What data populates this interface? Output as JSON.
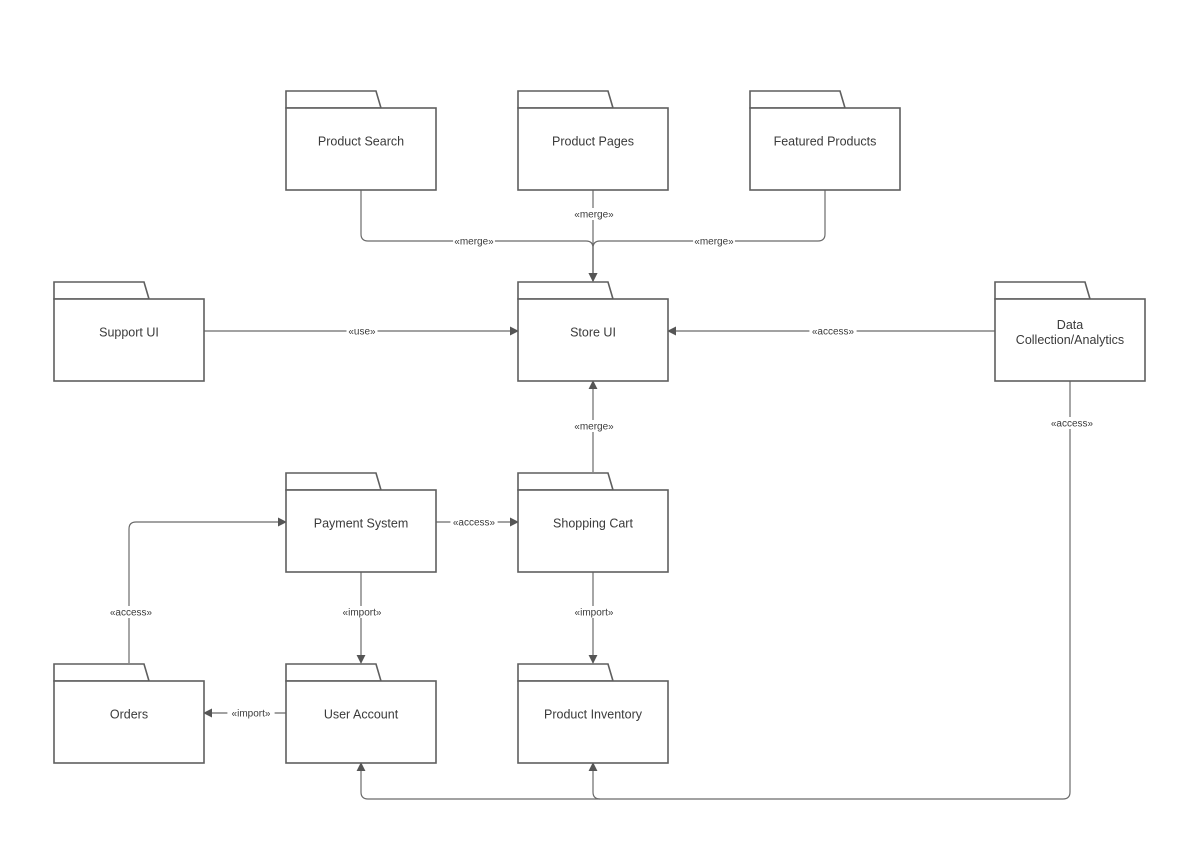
{
  "packages": [
    {
      "id": "product-search",
      "label": [
        "Product Search"
      ]
    },
    {
      "id": "product-pages",
      "label": [
        "Product Pages"
      ]
    },
    {
      "id": "featured-products",
      "label": [
        "Featured Products"
      ]
    },
    {
      "id": "support-ui",
      "label": [
        "Support UI"
      ]
    },
    {
      "id": "store-ui",
      "label": [
        "Store UI"
      ]
    },
    {
      "id": "data-collection",
      "label": [
        "Data",
        "Collection/Analytics"
      ]
    },
    {
      "id": "payment-system",
      "label": [
        "Payment System"
      ]
    },
    {
      "id": "shopping-cart",
      "label": [
        "Shopping Cart"
      ]
    },
    {
      "id": "orders",
      "label": [
        "Orders"
      ]
    },
    {
      "id": "user-account",
      "label": [
        "User Account"
      ]
    },
    {
      "id": "product-inventory",
      "label": [
        "Product Inventory"
      ]
    }
  ],
  "connectors": [
    {
      "id": "search-to-store",
      "from": "product-search",
      "to": "store-ui",
      "label": "«merge»"
    },
    {
      "id": "pages-to-store",
      "from": "product-pages",
      "to": "store-ui",
      "label": "«merge»"
    },
    {
      "id": "featured-to-store",
      "from": "featured-products",
      "to": "store-ui",
      "label": "«merge»"
    },
    {
      "id": "support-to-store",
      "from": "support-ui",
      "to": "store-ui",
      "label": "«use»"
    },
    {
      "id": "analytics-to-store",
      "from": "data-collection",
      "to": "store-ui",
      "label": "«access»"
    },
    {
      "id": "cart-to-store",
      "from": "shopping-cart",
      "to": "store-ui",
      "label": "«merge»"
    },
    {
      "id": "payment-to-cart",
      "from": "payment-system",
      "to": "shopping-cart",
      "label": "«access»"
    },
    {
      "id": "orders-to-payment",
      "from": "orders",
      "to": "payment-system",
      "label": "«access»"
    },
    {
      "id": "payment-to-account",
      "from": "payment-system",
      "to": "user-account",
      "label": "«import»"
    },
    {
      "id": "cart-to-inventory",
      "from": "shopping-cart",
      "to": "product-inventory",
      "label": "«import»"
    },
    {
      "id": "account-to-orders",
      "from": "user-account",
      "to": "orders",
      "label": "«import»"
    },
    {
      "id": "analytics-to-account-inventory",
      "from": "data-collection",
      "to": "user-account / product-inventory",
      "label": "«access»"
    }
  ]
}
